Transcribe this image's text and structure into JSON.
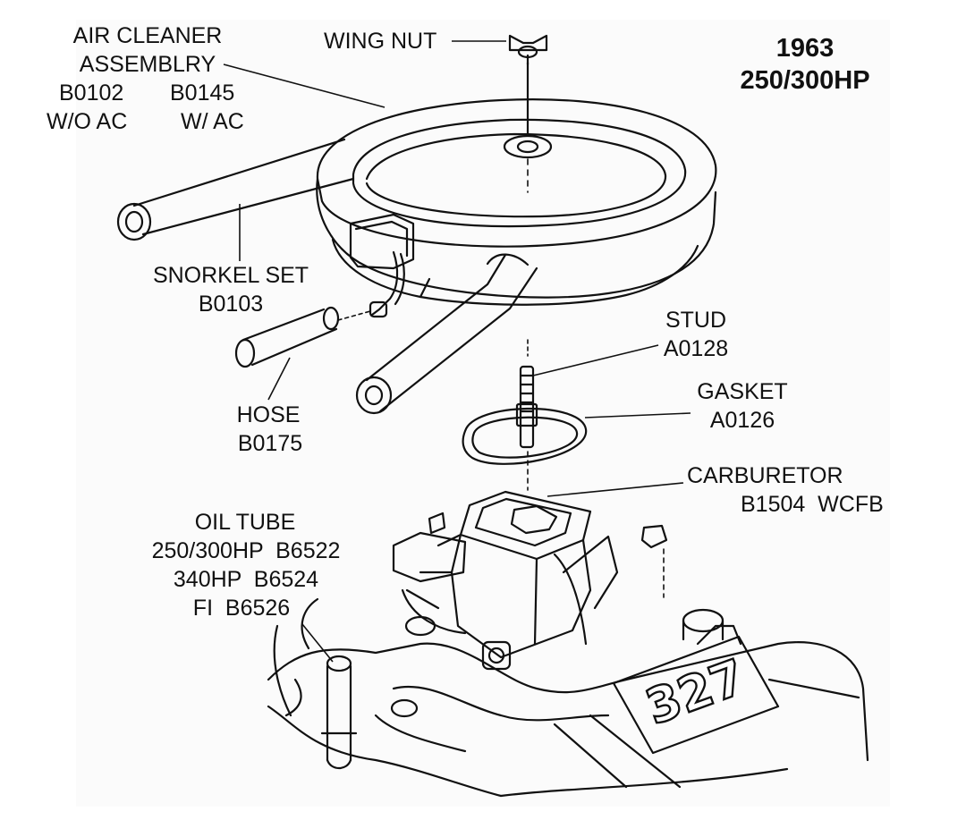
{
  "title": {
    "year": "1963",
    "hp": "250/300HP"
  },
  "labels": {
    "air_cleaner": {
      "line1": "AIR CLEANER",
      "line2": "ASSEMBLRY",
      "part_no_ac": "B0102",
      "part_ac": "B0145",
      "note_no_ac": "W/O AC",
      "note_ac": "W/ AC"
    },
    "wing_nut": {
      "name": "WING NUT"
    },
    "snorkel": {
      "name": "SNORKEL SET",
      "part": "B0103"
    },
    "hose": {
      "name": "HOSE",
      "part": "B0175"
    },
    "stud": {
      "name": "STUD",
      "part": "A0128"
    },
    "gasket": {
      "name": "GASKET",
      "part": "A0126"
    },
    "carburetor": {
      "name": "CARBURETOR",
      "part": "B1504  WCFB"
    },
    "oil_tube": {
      "name": "OIL TUBE",
      "line1": "250/300HP  B6522",
      "line2": "340HP  B6524",
      "line3": "FI  B6526"
    }
  },
  "engine_plate": {
    "text": "327"
  },
  "colors": {
    "ink": "#111111",
    "paper": "#ffffff",
    "frame": "#f0f0f0"
  }
}
